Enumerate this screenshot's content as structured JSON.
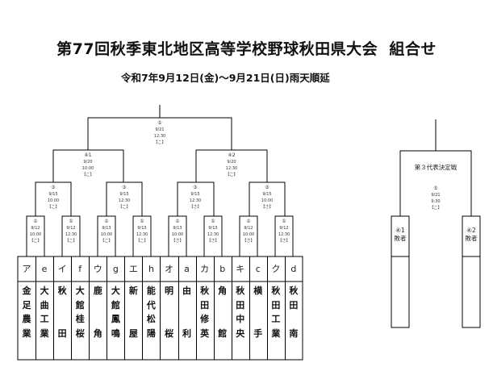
{
  "title": "第77回秋季東北地区高等学校野球秋田県大会  組合せ",
  "subtitle": "令和7年9月12日(金)～9月21日(日)雨天順延",
  "games": {
    "final": {
      "id": "⑤",
      "date": "9/21",
      "time": "12:30",
      "field": "【こ】"
    },
    "semi1": {
      "id": "④1",
      "date": "9/20",
      "time": "10:00",
      "field": "【こ】"
    },
    "semi2": {
      "id": "④2",
      "date": "9/20",
      "time": "12:30",
      "field": "【こ】"
    },
    "qf1": {
      "id": "③",
      "date": "9/15",
      "time": "10:00",
      "field": "【こ】"
    },
    "qf2": {
      "id": "③",
      "date": "9/15",
      "time": "12:30",
      "field": "【こ】"
    },
    "qf3": {
      "id": "③",
      "date": "9/15",
      "time": "12:30",
      "field": "【さ】"
    },
    "qf4": {
      "id": "③",
      "date": "9/15",
      "time": "10:00",
      "field": "【さ】"
    },
    "r1_1": {
      "id": "①",
      "date": "9/12",
      "time": "10:00",
      "field": "【こ】"
    },
    "r1_2": {
      "id": "①",
      "date": "9/12",
      "time": "12:30",
      "field": "【こ】"
    },
    "r1_3": {
      "id": "①",
      "date": "9/13",
      "time": "10:00",
      "field": "【こ】"
    },
    "r1_4": {
      "id": "①",
      "date": "9/13",
      "time": "12:30",
      "field": "【こ】"
    },
    "r1_5": {
      "id": "①",
      "date": "9/13",
      "time": "10:00",
      "field": "【さ】"
    },
    "r1_6": {
      "id": "①",
      "date": "9/13",
      "time": "12:30",
      "field": "【さ】"
    },
    "r1_7": {
      "id": "①",
      "date": "9/12",
      "time": "10:00",
      "field": "【さ】"
    },
    "r1_8": {
      "id": "①",
      "date": "9/12",
      "time": "12:30",
      "field": "【さ】"
    }
  },
  "third_place": {
    "title": "第３代表決定戦",
    "game": {
      "id": "⑤",
      "date": "9/21",
      "time": "9:30",
      "field": "【こ】"
    },
    "left": {
      "id": "④1",
      "label": "敗者"
    },
    "right": {
      "id": "④2",
      "label": "敗者"
    }
  },
  "teams": [
    {
      "code": "ア",
      "name": [
        "金",
        "足",
        "農",
        "業"
      ]
    },
    {
      "code": "e",
      "name": [
        "大",
        "曲",
        "工",
        "業"
      ]
    },
    {
      "code": "イ",
      "name": [
        "秋",
        "",
        "",
        "田"
      ]
    },
    {
      "code": "f",
      "name": [
        "大",
        "館",
        "桂",
        "桜"
      ]
    },
    {
      "code": "ウ",
      "name": [
        "鹿",
        "",
        "",
        "角"
      ]
    },
    {
      "code": "g",
      "name": [
        "大",
        "館",
        "鳳",
        "鳴"
      ]
    },
    {
      "code": "エ",
      "name": [
        "新",
        "",
        "",
        "屋"
      ]
    },
    {
      "code": "h",
      "name": [
        "能",
        "代",
        "松",
        "陽"
      ]
    },
    {
      "code": "オ",
      "name": [
        "明",
        "",
        "",
        "桜"
      ]
    },
    {
      "code": "a",
      "name": [
        "由",
        "",
        "",
        "利"
      ]
    },
    {
      "code": "カ",
      "name": [
        "秋",
        "田",
        "修",
        "英"
      ]
    },
    {
      "code": "b",
      "name": [
        "角",
        "",
        "",
        "館"
      ]
    },
    {
      "code": "キ",
      "name": [
        "秋",
        "田",
        "中",
        "央"
      ]
    },
    {
      "code": "c",
      "name": [
        "横",
        "",
        "",
        "手"
      ]
    },
    {
      "code": "ク",
      "name": [
        "秋",
        "田",
        "工",
        "業"
      ]
    },
    {
      "code": "d",
      "name": [
        "秋",
        "田",
        "",
        "南"
      ]
    }
  ]
}
